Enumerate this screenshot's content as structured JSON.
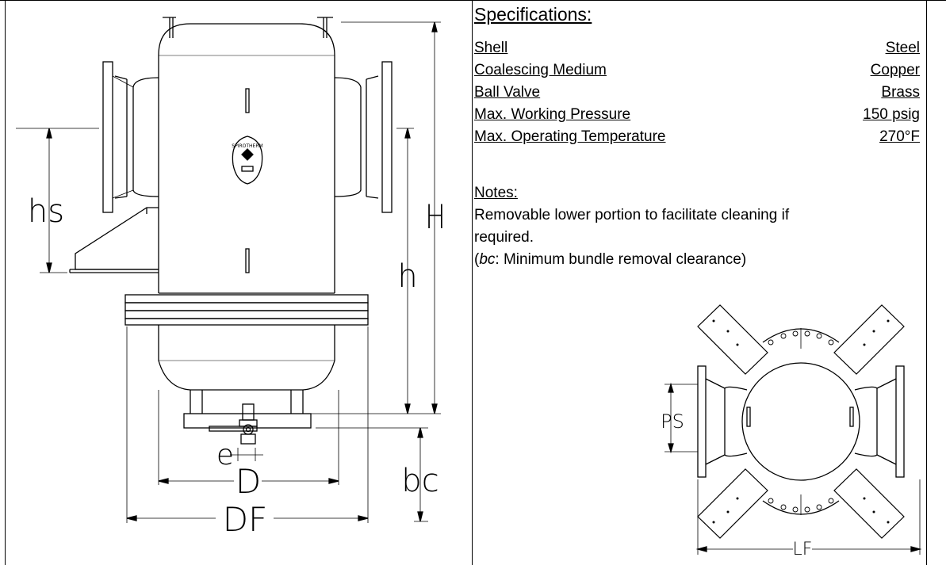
{
  "specifications": {
    "title": "Specifications:",
    "rows": [
      {
        "label": "Shell",
        "value": "Steel"
      },
      {
        "label": "Coalescing Medium",
        "value": "Copper"
      },
      {
        "label": "Ball Valve",
        "value": "Brass"
      },
      {
        "label": "Max. Working Pressure",
        "value": "150 psig"
      },
      {
        "label": "Max. Operating Temperature",
        "value": "270°F"
      }
    ]
  },
  "notes": {
    "title": "Notes:",
    "line1": "Removable lower portion to facilitate cleaning if",
    "line2": "required.",
    "line3_prefix": "(",
    "line3_italic": "bc",
    "line3_suffix": ": Minimum bundle removal clearance)"
  },
  "dimensions": {
    "H": "H",
    "h": "h",
    "hs": "hs",
    "bc": "bc",
    "e": "e",
    "D": "D",
    "DF": "DF",
    "PS": "PS",
    "LF": "LF"
  },
  "logo_text": "SPIROTHERM"
}
